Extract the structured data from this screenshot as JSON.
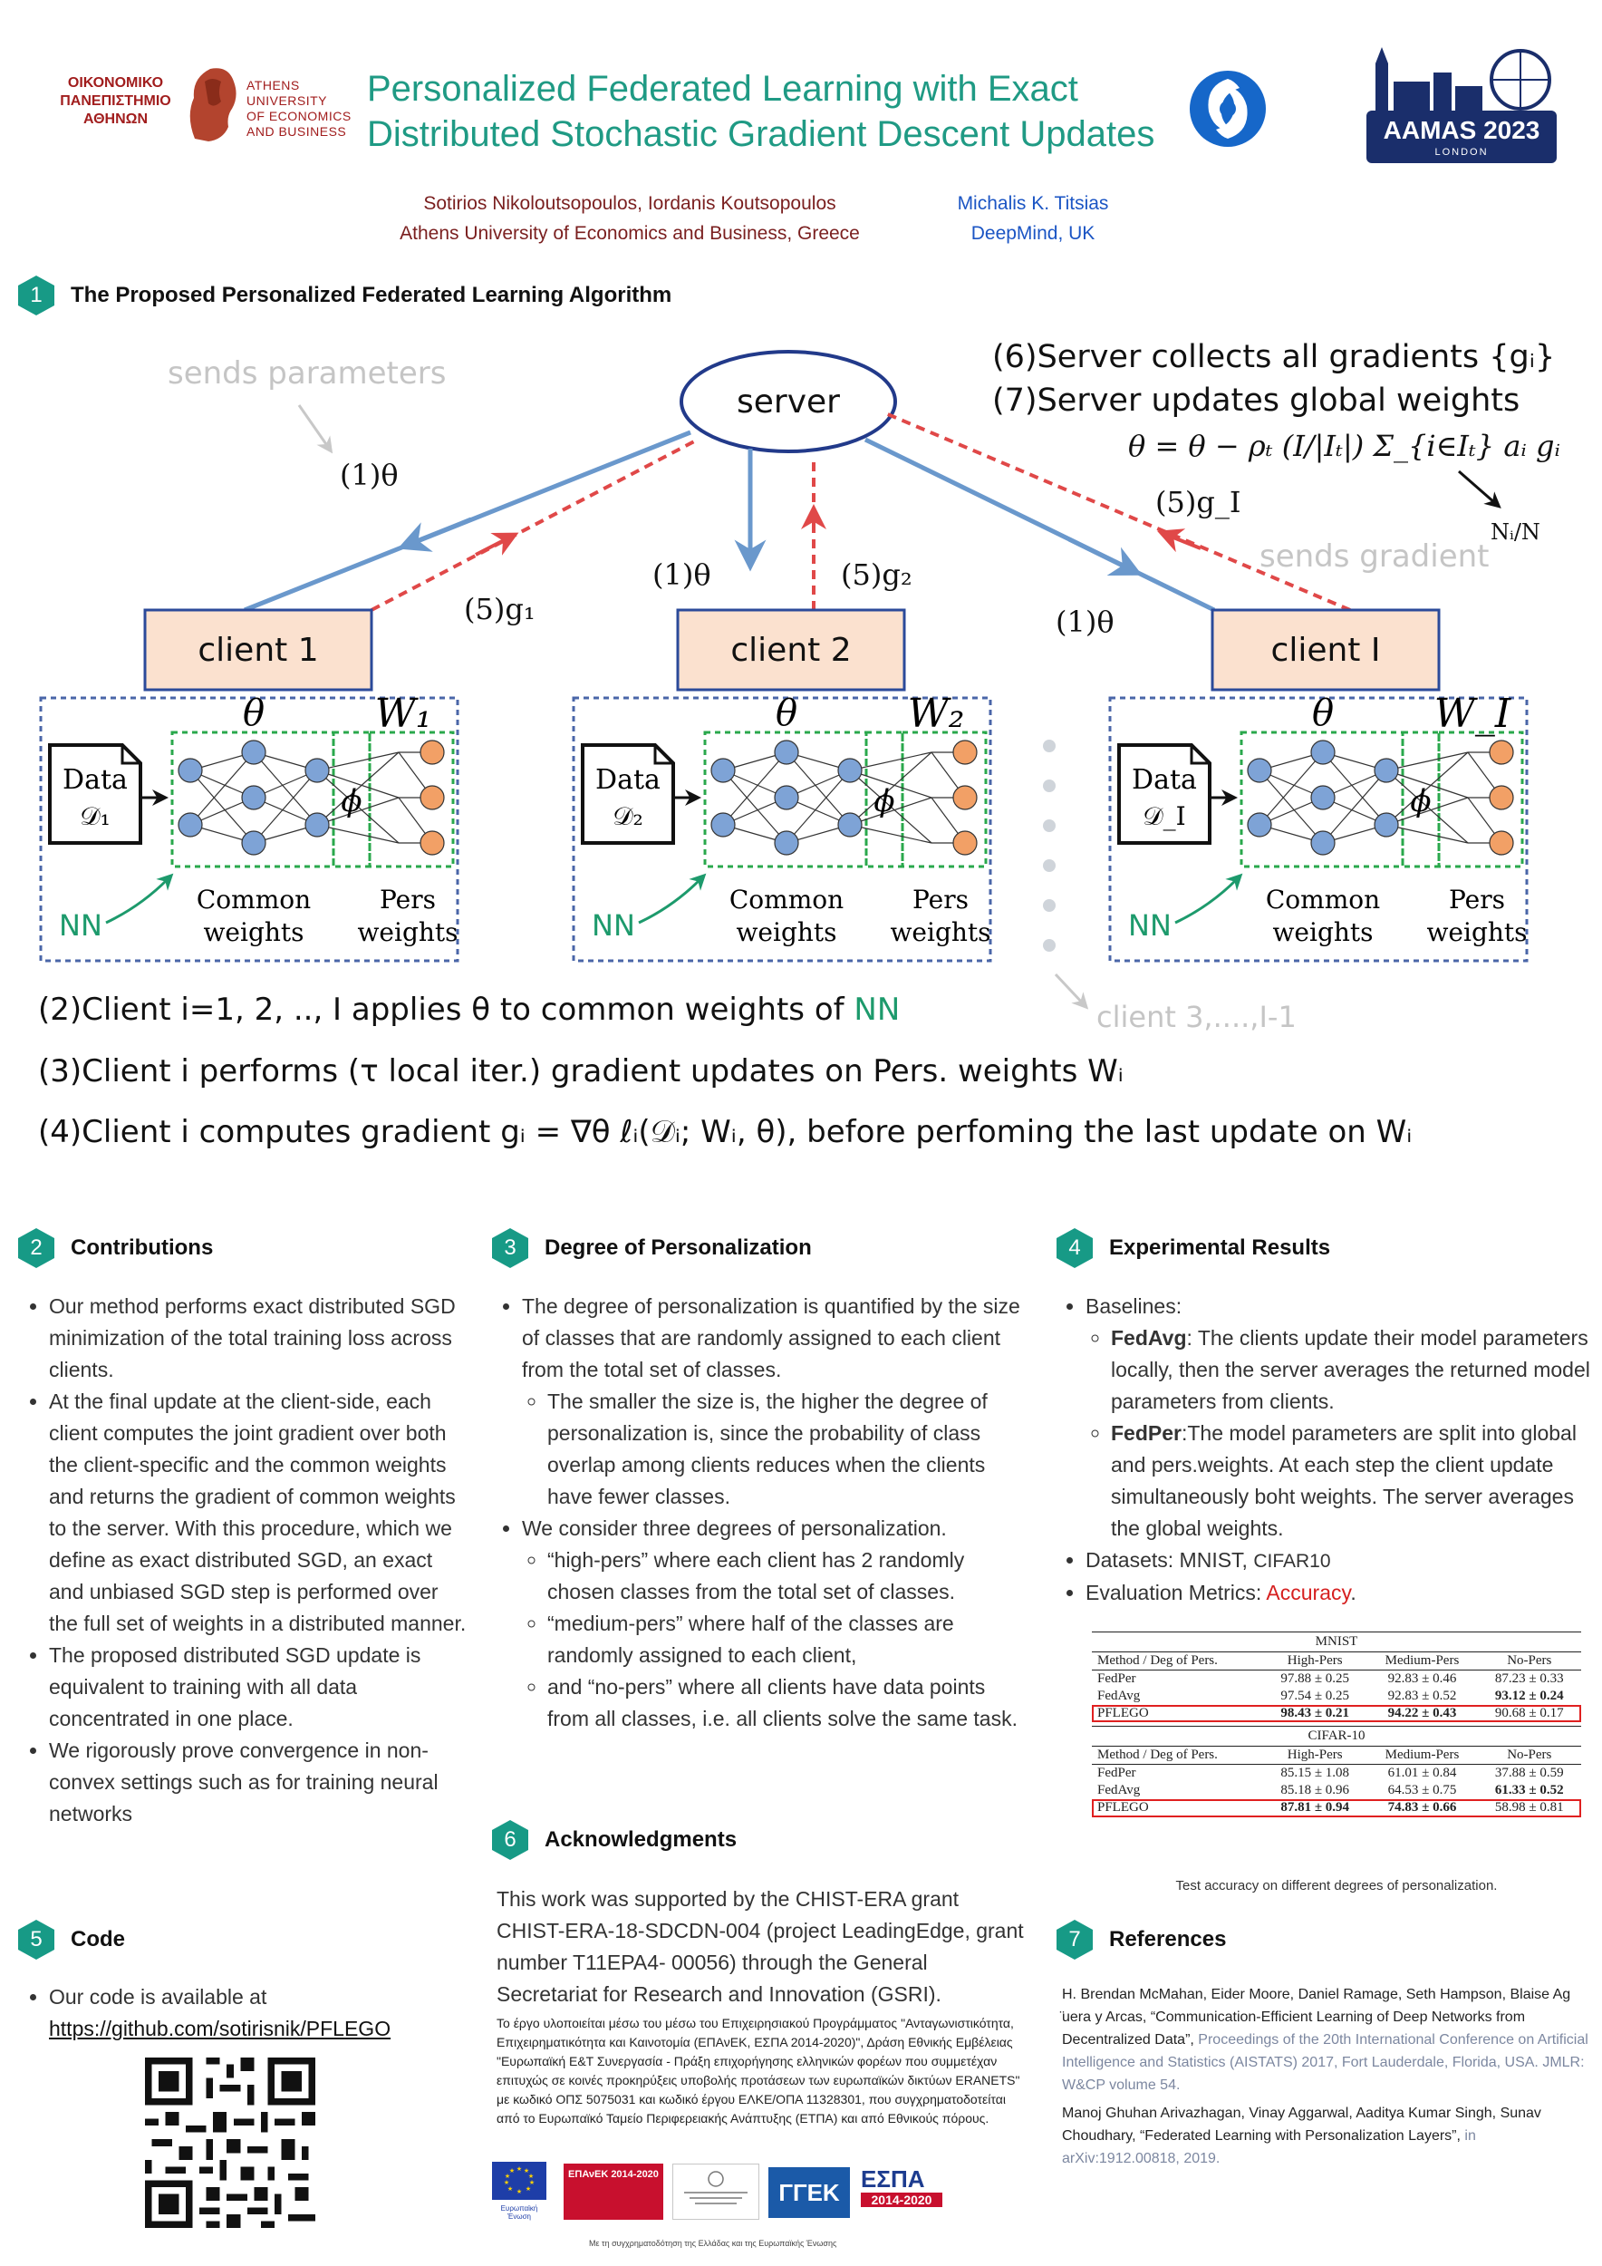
{
  "header": {
    "aueb_greek_line1": "ΟΙΚΟΝΟΜΙΚΟ",
    "aueb_greek_line2": "ΠΑΝΕΠΙΣΤΗΜΙΟ",
    "aueb_greek_line3": "ΑΘΗΝΩΝ",
    "aueb_en_line1": "ATHENS UNIVERSITY",
    "aueb_en_line2": "OF ECONOMICS",
    "aueb_en_line3": "AND BUSINESS",
    "title_line1": "Personalized Federated Learning with Exact",
    "title_line2": "Distributed Stochastic Gradient Descent Updates",
    "aamas_label": "AAMAS 2023",
    "aamas_city": "LONDON",
    "authors_aueb": "Sotirios Nikoloutsopoulos, Iordanis Koutsopoulos",
    "affil_aueb": "Athens University of Economics and Business, Greece",
    "authors_dm": "Michalis K. Titsias",
    "affil_dm": "DeepMind, UK"
  },
  "section1": {
    "num": "1",
    "title": "The Proposed Personalized Federated Learning Algorithm"
  },
  "diagram": {
    "server": "server",
    "sends_parameters": "sends parameters",
    "sends_gradient": "sends gradient",
    "step6": "(6)Server collects all gradients {gᵢ}",
    "step7": "(7)Server updates global weights",
    "update_formula": "θ = θ − ρₜ (I/|Iₜ|) Σ_{i∈Iₜ} aᵢ gᵢ",
    "ni_over_n": "Nᵢ/N",
    "theta1_left": "(1)θ",
    "theta1_mid": "(1)θ",
    "theta1_right": "(1)θ",
    "g1": "(5)g₁",
    "g2": "(5)g₂",
    "gI": "(5)g_I",
    "client1": "client 1",
    "client2": "client 2",
    "clientI": "client I",
    "theta": "θ",
    "w1": "W₁",
    "w2": "W₂",
    "wI": "W_I",
    "data": "Data",
    "d1": "𝒟₁",
    "d2": "𝒟₂",
    "dI": "𝒟_I",
    "phi": "ϕ",
    "nn": "NN",
    "common1": "Common",
    "common2": "weights",
    "pers1": "Pers",
    "pers2": "weights",
    "client_3_i1": "client 3,....,I-1",
    "step2_pre": "(2)Client i=1, 2, .., I applies θ to common weights of ",
    "step2_nn": "NN",
    "step3": "(3)Client i performs (τ local iter.) gradient updates on Pers. weights Wᵢ",
    "step4": "(4)Client i computes gradient gᵢ = ∇θ ℓᵢ(𝒟ᵢ; Wᵢ, θ), before perfoming the last update on Wᵢ"
  },
  "section2": {
    "num": "2",
    "title": "Contributions",
    "items": [
      "Our method performs exact distributed SGD minimization of the total training loss across clients.",
      "At the final update at the client-side, each client computes the joint gradient over both the client-specific and the common weights and returns the gradient of common weights to the server. With this procedure, which we define as exact distributed SGD, an exact and unbiased SGD step is performed over the full set of weights in a distributed manner.",
      "The proposed distributed SGD update is equivalent to training with all data concentrated in one place.",
      "We rigorously prove convergence in non-convex settings such as for training neural networks"
    ]
  },
  "section3": {
    "num": "3",
    "title": "Degree of Personalization",
    "item1": "The degree of personalization is quantified by the size of classes that are randomly assigned to each client from the total set of classes.",
    "item1_sub": "The smaller the size is, the higher the degree of personalization is, since the probability of class overlap among clients reduces when the clients have fewer classes.",
    "item2": "We consider three degrees of personalization.",
    "item2_subs": [
      " “high-pers” where each client has 2 randomly chosen classes from the total set of classes.",
      "“medium-pers” where half of the classes are randomly assigned to each client,",
      " and “no-pers” where all clients have data points from all  classes, i.e. all clients solve the same task."
    ]
  },
  "section4": {
    "num": "4",
    "title": "Experimental Results",
    "baselines": "Baselines:",
    "fedavg_name": "FedAvg",
    "fedavg_desc": ": The clients update their model parameters locally, then the server averages the returned model parameters from clients.",
    "fedper_name": "FedPer",
    "fedper_desc": ":The model parameters are split into global and pers.weights. At each step the client update simultaneously boht weights. The server averages the global weights.",
    "datasets_pre": "Datasets: MNIST, ",
    "datasets_cifar": "CIFAR10",
    "metrics_pre": "Evaluation Metrics: ",
    "metrics_val": "Accuracy",
    "metrics_end": ".",
    "caption": "Test accuracy on different degrees of personalization."
  },
  "table": {
    "headers": [
      "Method / Deg of Pers.",
      "High-Pers",
      "Medium-Pers",
      "No-Pers"
    ],
    "mnist": {
      "name": "MNIST",
      "rows": [
        [
          "FedPer",
          "97.88 ± 0.25",
          "92.83 ± 0.46",
          "87.23 ± 0.33"
        ],
        [
          "FedAvg",
          "97.54 ± 0.25",
          "92.83 ± 0.52",
          "93.12 ± 0.24"
        ],
        [
          "PFLEGO",
          "98.43 ± 0.21",
          "94.22 ± 0.43",
          "90.68 ± 0.17"
        ]
      ]
    },
    "cifar": {
      "name": "CIFAR-10",
      "rows": [
        [
          "FedPer",
          "85.15 ± 1.08",
          "61.01 ± 0.84",
          "37.88 ± 0.59"
        ],
        [
          "FedAvg",
          "85.18 ± 0.96",
          "64.53 ± 0.75",
          "61.33 ± 0.52"
        ],
        [
          "PFLEGO",
          "87.81 ± 0.94",
          "74.83 ± 0.66",
          "58.98 ± 0.81"
        ]
      ]
    }
  },
  "section5": {
    "num": "5",
    "title": "Code",
    "item": "Our code is available at",
    "link": "https://github.com/sotirisnik/PFLEGO"
  },
  "section6": {
    "num": "6",
    "title": "Acknowledgments",
    "text": "This work was supported by the CHIST-ERA grant CHIST-ERA-18-SDCDN-004 (project LeadingEdge, grant number T11EPA4- 00056) through the General Secretariat for Research and Innovation (GSRI).",
    "greek": "Το έργο υλοποιείται μέσω του μέσω του Επιχειρησιακού Προγράμματος \"Ανταγωνιστικότητα,  Επιχειρηματικότητα και Καινοτομία (ΕΠΑνΕΚ, ΕΣΠΑ 2014-2020)\", Δράση Εθνικής Εμβέλειας \"Ευρωπαϊκή Ε&Τ Συνεργασία - Πράξη επιχορήγησης ελληνικών φορέων που συμμετέχαν επιτυχώς σε κοινές προκηρύξεις υποβολής προτάσεων των ευρωπαϊκών δικτύων ERANETS\" με κωδικό ΟΠΣ 5075031 και κωδικό έργου ΕΛΚΕ/ΟΠΑ 11328301, που συγχρηματοδοτείται από το Ευρωπαϊκό Ταμείο Περιφερειακής Ανάπτυξης (ΕΤΠΑ) και  από Εθνικούς πόρους.",
    "logo_eu": "Ευρωπαϊκή Ένωση",
    "logo_epanek": "ΕΠΑνΕΚ 2014-2020",
    "logo_gsrt": "ΓΓΕΚ",
    "logo_espa": "ΕΣΠΑ",
    "logo_espa_years": "2014-2020",
    "footer": "Με τη συγχρηματοδότηση της Ελλάδας και της Ευρωπαϊκής Ένωσης"
  },
  "section7": {
    "num": "7",
    "title": "References",
    "ref1_main": "H. Brendan McMahan, Eider Moore, Daniel Ramage, Seth Hampson, Blaise Ag ̈uera y Arcas, “Communication-Efficient Learning of Deep Networks from Decentralized Data”, ",
    "ref1_venue": "Proceedings of the 20th International Conference on Artificial Intelligence and Statistics (AISTATS) 2017, Fort Lauderdale, Florida, USA. JMLR: W&CP volume 54.",
    "ref2_main": "Manoj Ghuhan Arivazhagan, Vinay Aggarwal, Aaditya Kumar Singh, Sunav Choudhary, “Federated Learning with Personalization Layers”, ",
    "ref2_venue": "in arXiv:1912.00818, 2019."
  },
  "colors": {
    "accent": "#179a86",
    "title_green": "#1f9a84",
    "author_red": "#7a1f1f",
    "author_blue": "#1b55c4",
    "arrow_blue": "#6a98cc",
    "arrow_red": "#e04848",
    "client_box": "#fbe1cf",
    "node_blue": "#7ea3d6",
    "node_orange": "#f2a066"
  }
}
